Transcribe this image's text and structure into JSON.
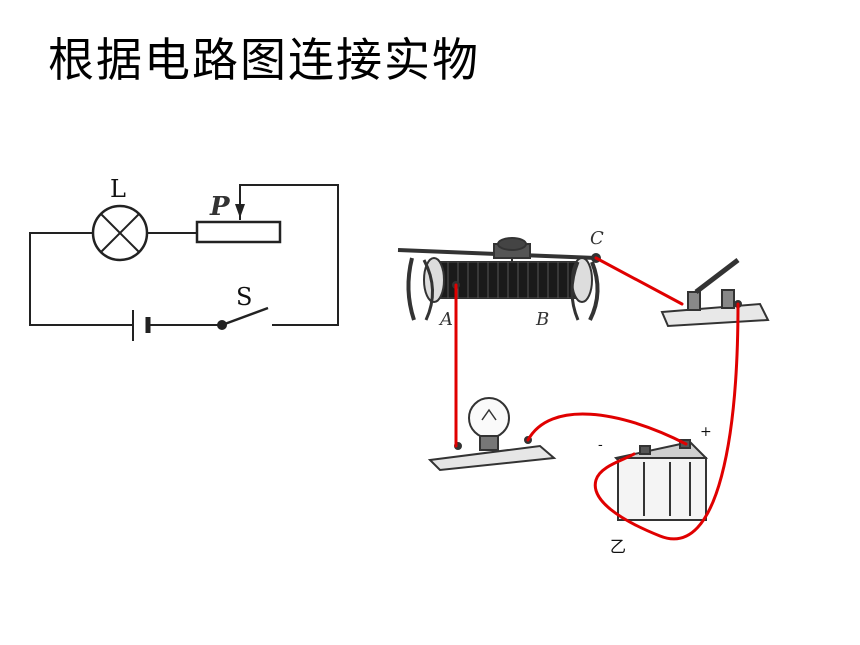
{
  "page": {
    "title": "根据电路图连接实物"
  },
  "schematic": {
    "lamp_label": "L",
    "slider_label": "P",
    "switch_label": "S"
  },
  "apparatus": {
    "rheostat_terminal_a": "A",
    "rheostat_terminal_b": "B",
    "rheostat_terminal_c": "C",
    "battery_minus": "-",
    "battery_plus": "+",
    "battery_label": "乙"
  },
  "colors": {
    "wire": "#e00000",
    "ink": "#222222"
  }
}
